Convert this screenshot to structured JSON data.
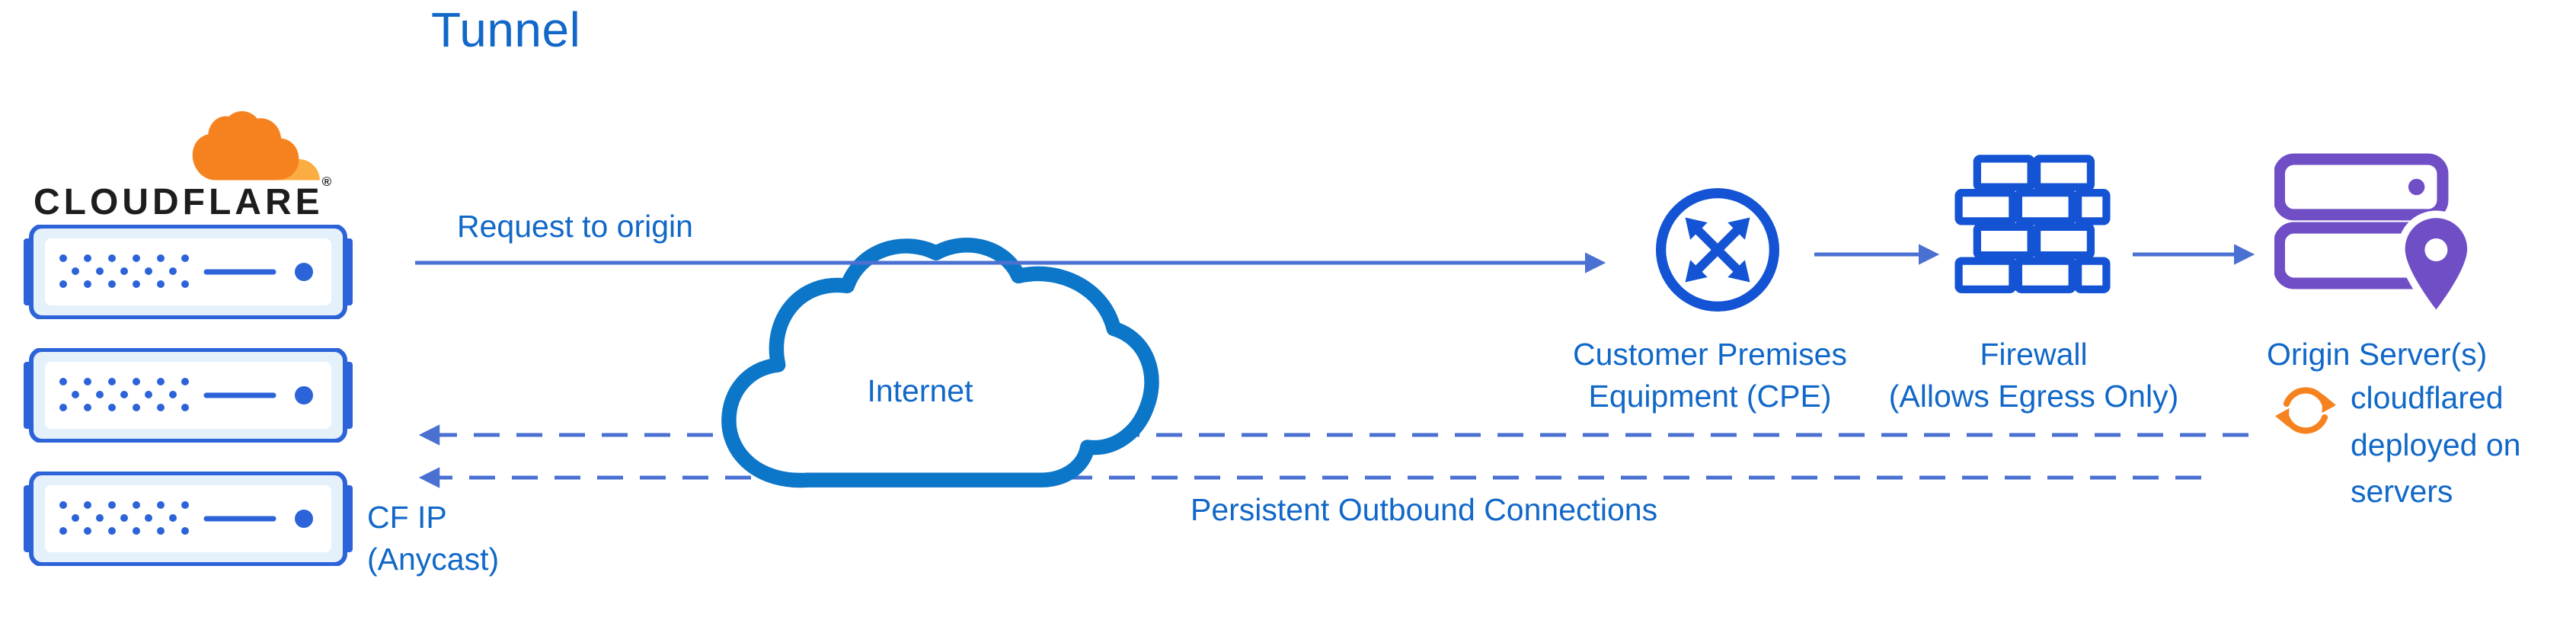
{
  "title": "Tunnel",
  "logo": {
    "wordmark": "CLOUDFLARE",
    "registered": "®"
  },
  "nodes": {
    "cf_edge": {
      "label": "CF IP\n(Anycast)"
    },
    "internet": {
      "label": "Internet"
    },
    "cpe": {
      "label": "Customer Premises\nEquipment (CPE)"
    },
    "firewall": {
      "label": "Firewall\n(Allows Egress Only)"
    },
    "origin": {
      "label": "Origin Server(s)"
    },
    "cloudflared": {
      "label": "cloudflared\ndeployed on\nservers"
    }
  },
  "edges": {
    "request_to_origin": {
      "label": "Request to origin",
      "style": "solid",
      "direction": "right"
    },
    "persistent_outbound": {
      "label": "Persistent Outbound Connections",
      "style": "dashed",
      "direction": "left",
      "count": 2
    }
  },
  "icons": [
    "cloudflare-logo-cloud",
    "edge-server-icon",
    "internet-cloud-icon",
    "cpe-router-icon",
    "firewall-brick-icon",
    "origin-server-icon",
    "location-pin-icon",
    "cloudflared-sync-icon"
  ],
  "colors": {
    "text_blue": "#1168c8",
    "arrow_blue": "#4a70d2",
    "icon_blue": "#1353d4",
    "cloud_blue": "#0c76c8",
    "server_blue": "#2c63d8",
    "server_fill": "#e4f1fb",
    "purple": "#6f4ec6",
    "orange": "#f6821f",
    "orange_light": "#fbad41",
    "wordmark_black": "#1d1d1d"
  }
}
